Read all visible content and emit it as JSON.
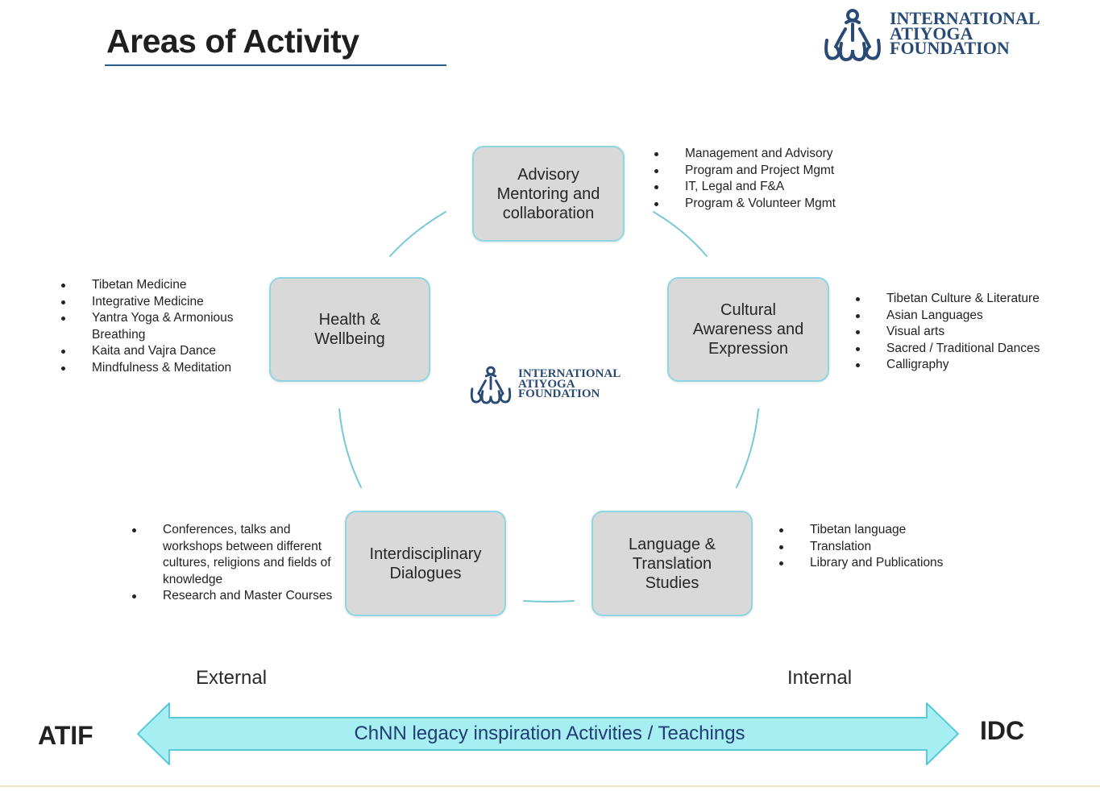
{
  "title": "Areas of Activity",
  "logo": {
    "lines": [
      "INTERNATIONAL",
      "ATIYOGA",
      "FOUNDATION"
    ],
    "color": "#2a4a76"
  },
  "boxes": {
    "advisory": "Advisory\nMentoring and\ncollaboration",
    "health": "Health &\nWellbeing",
    "cultural": "Cultural\nAwareness and\nExpression",
    "interdisciplinary": "Interdisciplinary\nDialogues",
    "language": "Language &\nTranslation\nStudies"
  },
  "lists": {
    "advisory": [
      "Management and Advisory",
      "Program and Project Mgmt",
      "IT, Legal and F&A",
      "Program & Volunteer Mgmt"
    ],
    "health": [
      "Tibetan Medicine",
      "Integrative Medicine",
      "Yantra Yoga & Armonious Breathing",
      "Kaita  and Vajra Dance",
      "Mindfulness & Meditation"
    ],
    "cultural": [
      "Tibetan Culture & Literature",
      "Asian Languages",
      "Visual arts",
      "Sacred / Traditional Dances",
      "Calligraphy"
    ],
    "interdisciplinary": [
      "Conferences, talks and workshops between different cultures, religions and fields of knowledge",
      "Research and Master Courses"
    ],
    "language": [
      "Tibetan language",
      "Translation",
      "Library and Publications"
    ]
  },
  "axis": {
    "external": "External",
    "internal": "Internal",
    "left_end": "ATIF",
    "right_end": "IDC",
    "arrow_text": "ChNN legacy inspiration  Activities / Teachings"
  },
  "colors": {
    "box_fill": "#d9d9d9",
    "box_border": "#8fd6e4",
    "arrow_fill": "#a6eef2",
    "arrow_border": "#59c9da",
    "connector": "#79c8d6"
  }
}
